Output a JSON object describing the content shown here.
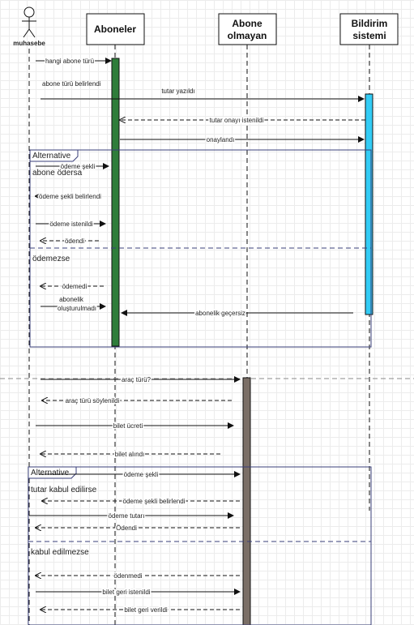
{
  "actor": {
    "name": "muhasebe"
  },
  "lifelines": {
    "aboneler": "Aboneler",
    "abone_olmayan": [
      "Abone",
      "olmayan"
    ],
    "bildirim": [
      "Bildirim",
      "sistemi"
    ]
  },
  "frames": {
    "alt1_tag": "Alternative",
    "alt1_guard1": "abone ödersa",
    "alt1_guard2": "ödemezse",
    "alt2_tag": "Alternative",
    "alt2_guard1": "tutar kabul edilirse",
    "alt2_guard2": "kabul edilmezse"
  },
  "messages": {
    "m1": "hangi abone türü",
    "m2": "abone türü belirlendi",
    "m3": "tutar yazıldı",
    "m4": "tutar onayı istenildi",
    "m5": "onaylandı",
    "m6": "ödeme şekli",
    "m7": "ödeme şekli belirlendi",
    "m8": "ödeme istenildi",
    "m9": "ödendi",
    "m10": "ödemedi",
    "m11a": "abonelik",
    "m11b": "oluşturulmadı",
    "m12": "abonelik geçersiz",
    "m13": "araç türü?",
    "m14": "araç türü söylenildi",
    "m15": "bilet ücreti",
    "m16": "bilet alındı",
    "m17": "ödeme şekli",
    "m18": "ödeme şekli belirlendi",
    "m19": "ödeme tutarı",
    "m20": "Ödendi",
    "m21": "ödenmedi",
    "m22": "bilet geri istenildi",
    "m23": "bilet geri verildi"
  },
  "colors": {
    "aboneler_activation": "#2e7d3a",
    "bildirim_activation": "#33ccf5",
    "abone_olmayan_activation": "#7a6e66",
    "frame_border": "#3a3f7a"
  }
}
